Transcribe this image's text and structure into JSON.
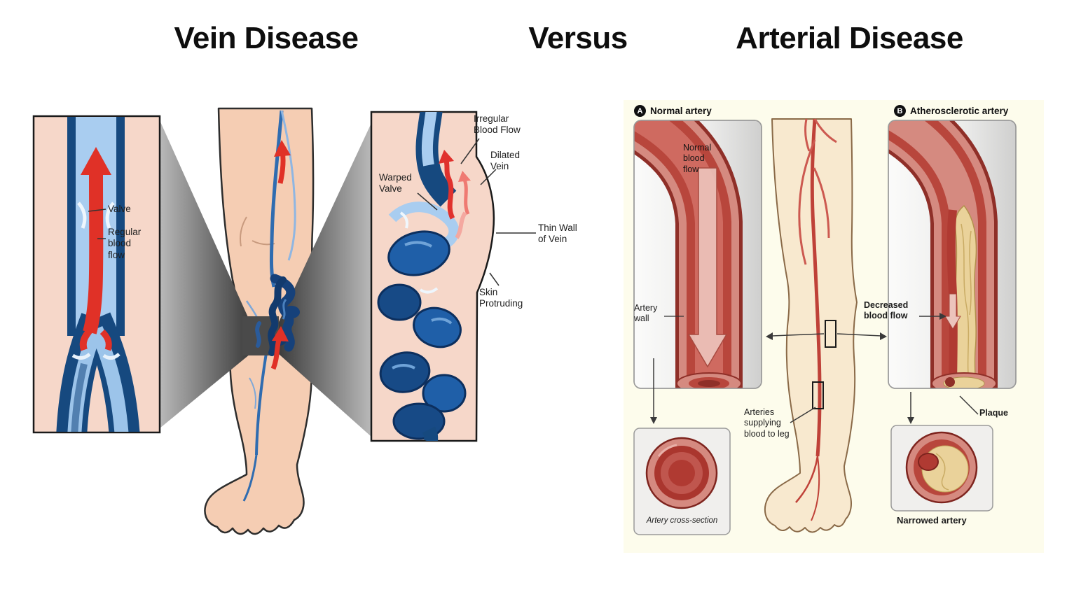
{
  "titles": {
    "vein": "Vein Disease",
    "versus": "Versus",
    "arterial": "Arterial Disease"
  },
  "colors": {
    "vein_blue": "#1f5fa8",
    "vein_light_blue": "#a9cdf0",
    "artery_red": "#b8463c",
    "plaque_yellow": "#ead29a",
    "skin_pink": "#f6d7c9",
    "flow_arrow_red": "#e0312d"
  },
  "vein_diagram": {
    "normal_inset": {
      "valve_label": "Valve",
      "flow_label": "Regular\nblood\nflow"
    },
    "varicose_inset": {
      "irregular_flow_label": "Irregular\nBlood Flow",
      "dilated_vein_label": "Dilated\nVein",
      "warped_valve_label": "Warped\nValve",
      "thin_wall_label": "Thin Wall\nof Vein",
      "skin_protruding_label": "Skin\nProtruding"
    }
  },
  "arterial_diagram": {
    "panel_a": {
      "badge": "A",
      "title": "Normal artery",
      "flow_label": "Normal\nblood\nflow",
      "artery_wall_label": "Artery\nwall",
      "cross_section_label": "Artery cross-section"
    },
    "panel_b": {
      "badge": "B",
      "title": "Atherosclerotic artery",
      "flow_label": "Decreased\nblood flow",
      "plaque_label": "Plaque",
      "cross_section_label": "Narrowed artery"
    },
    "leg": {
      "arteries_label": "Arteries\nsupplying\nblood to leg"
    }
  }
}
